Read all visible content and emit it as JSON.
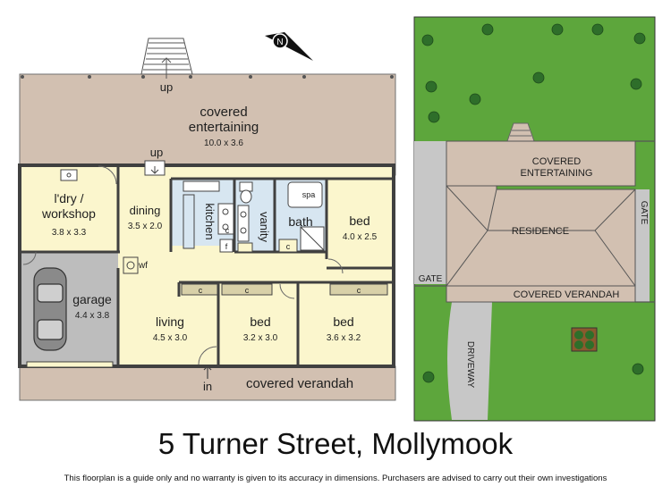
{
  "title": "5 Turner Street, Mollymook",
  "disclaimer": "This floorplan is a guide only and no warranty is given to its accuracy in dimensions. Purchasers are advised to carry out their own investigations",
  "compass": "N",
  "colors": {
    "deck": "#d2c0b1",
    "room": "#fbf6cd",
    "wet": "#d7e6f1",
    "garage": "#bdbdbd",
    "wall": "#404040",
    "grass": "#5da63c",
    "tree": "#2e6e2a",
    "roof": "#d2c0b1",
    "path": "#c7c7c7"
  },
  "floorplan": {
    "covered_entertaining": {
      "name": "covered\nentertaining",
      "dims": "10.0 x 3.6"
    },
    "up_top": "up",
    "up_mid": "up",
    "laundry": {
      "name": "l'dry /\nworkshop",
      "dims": "3.8 x 3.3"
    },
    "dining": {
      "name": "dining",
      "dims": "3.5 x 2.0"
    },
    "kitchen": "kitchen",
    "vanity": "vanity",
    "bath": "bath",
    "spa": "spa",
    "bed1": {
      "name": "bed",
      "dims": "4.0 x 2.5"
    },
    "garage": {
      "name": "garage",
      "dims": "4.4 x 3.8"
    },
    "living": {
      "name": "living",
      "dims": "4.5 x 3.0"
    },
    "bed2": {
      "name": "bed",
      "dims": "3.2 x 3.0"
    },
    "bed3": {
      "name": "bed",
      "dims": "3.6 x 3.2"
    },
    "wf": "wf",
    "cupboard": "c",
    "fridge": "f",
    "entry": "in",
    "covered_verandah": "covered verandah"
  },
  "siteplan": {
    "covered_entertaining": "COVERED\nENTERTAINING",
    "residence": "RESIDENCE",
    "covered_verandah": "COVERED VERANDAH",
    "gate_left": "GATE",
    "gate_right": "GATE",
    "driveway": "DRIVEWAY"
  }
}
